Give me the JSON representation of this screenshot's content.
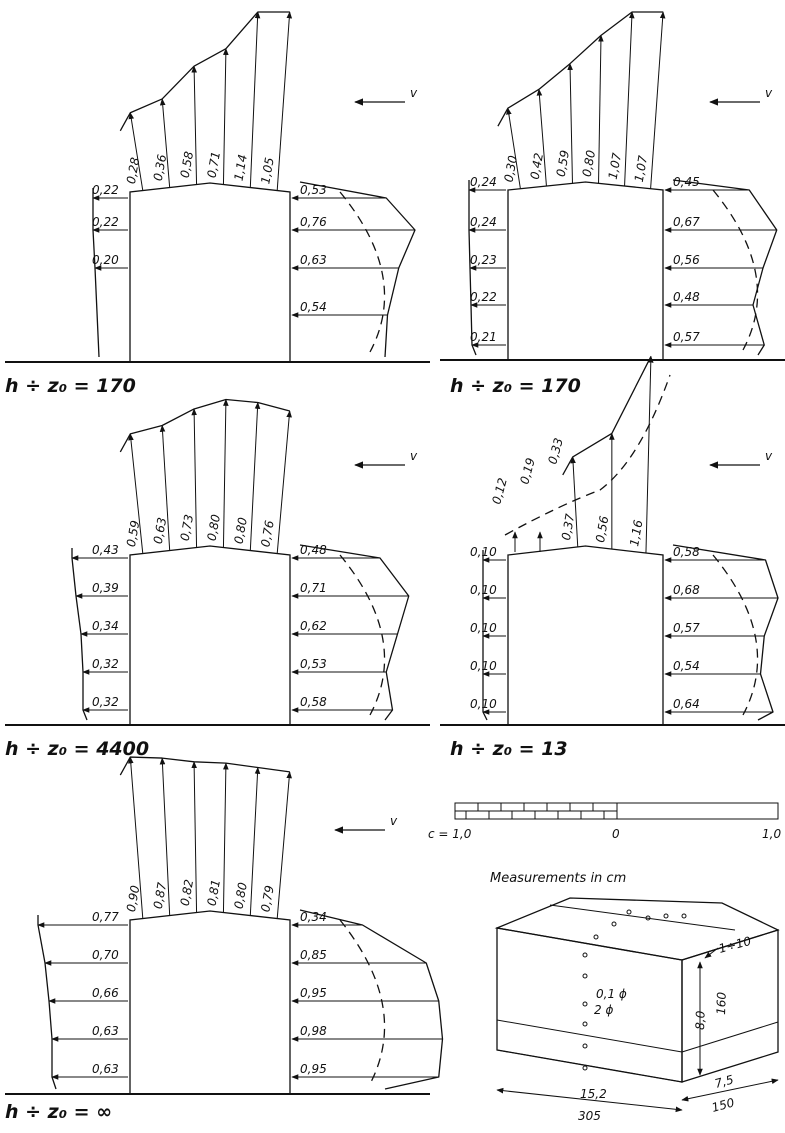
{
  "colors": {
    "ink": "#111111",
    "paper": "#ffffff"
  },
  "wind_label": "v",
  "panels": [
    {
      "id": "p1",
      "caption": "h ÷ z₀ = 170",
      "roof": [
        "0,28",
        "0,36",
        "0,58",
        "0,71",
        "1,14",
        "1,05"
      ],
      "leeward": [
        "0,22",
        "0,22",
        "0,20"
      ],
      "windward": [
        "0,53",
        "0,76",
        "0,63",
        "0,54"
      ]
    },
    {
      "id": "p2",
      "caption": "h ÷ z₀ = 170",
      "roof": [
        "0,30",
        "0,42",
        "0,59",
        "0,80",
        "1,07",
        "1,07"
      ],
      "leeward": [
        "0,24",
        "0,24",
        "0,23",
        "0,22",
        "0,21"
      ],
      "windward": [
        "0,45",
        "0,67",
        "0,56",
        "0,48",
        "0,57"
      ]
    },
    {
      "id": "p3",
      "caption": "h ÷ z₀ = 4400",
      "roof": [
        "0,59",
        "0,63",
        "0,73",
        "0,80",
        "0,80",
        "0,76"
      ],
      "leeward": [
        "0,43",
        "0,39",
        "0,34",
        "0,32",
        "0,32"
      ],
      "windward": [
        "0,48",
        "0,71",
        "0,62",
        "0,53",
        "0,58"
      ]
    },
    {
      "id": "p4",
      "caption": "h ÷ z₀ = 13",
      "roof": [
        "0,37",
        "0,56",
        "1,16"
      ],
      "roof_upper": [
        "0,12",
        "0,19",
        "0,33"
      ],
      "leeward": [
        "0,10",
        "0,10",
        "0,10",
        "0,10",
        "0,10"
      ],
      "windward": [
        "0,58",
        "0,68",
        "0,57",
        "0,54",
        "0,64"
      ]
    },
    {
      "id": "p5",
      "caption": "h ÷ z₀ = ∞",
      "roof": [
        "0,90",
        "0,87",
        "0,82",
        "0,81",
        "0,80",
        "0,79"
      ],
      "leeward": [
        "0,77",
        "0,70",
        "0,66",
        "0,63",
        "0,63"
      ],
      "windward": [
        "0,34",
        "0,85",
        "0,95",
        "0,98",
        "0,95"
      ]
    }
  ],
  "scale": {
    "label": "c = 1,0",
    "mid": "0",
    "right": "1,0"
  },
  "model": {
    "title": "Measurements in cm",
    "slope": "1÷10",
    "hole_small": "0,1 ϕ",
    "hole_large": "2 ϕ",
    "height_left": "8,0",
    "height_right": "160",
    "width_top": "15,2",
    "width_bottom": "305",
    "depth_top": "7,5",
    "depth_bottom": "150"
  }
}
